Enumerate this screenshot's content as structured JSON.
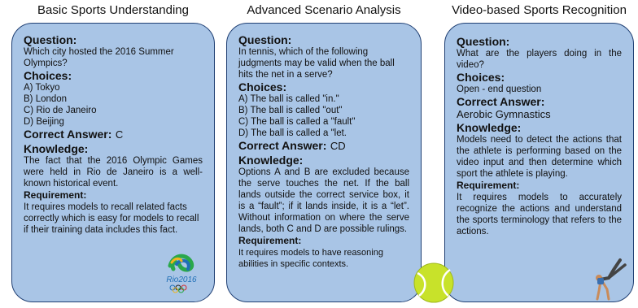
{
  "columns": [
    {
      "title": "Basic Sports Understanding",
      "question_label": "Question:",
      "question": "Which city hosted the 2016 Summer Olympics?",
      "choices_label": "Choices:",
      "choices": [
        "A) Tokyo",
        "B) London",
        "C) Rio de Janeiro",
        "D) Beijing"
      ],
      "answer_label": "Correct Answer:",
      "answer": "C",
      "knowledge_label": "Knowledge:",
      "knowledge": "The fact that the 2016 Olympic Games were held in Rio de Janeiro is a well-known historical event.",
      "requirement_label": "Requirement:",
      "requirement": "It requires models to recall related facts correctly which is easy for models to recall if their training data includes this fact.",
      "logo_text": "Rio2016"
    },
    {
      "title": "Advanced Scenario Analysis",
      "question_label": "Question:",
      "question": "In tennis, which of the following judgments may be valid when the ball hits the net in a serve?",
      "choices_label": "Choices:",
      "choices": [
        "A) The ball is called \"in.\"",
        "B) The ball is called \"out\"",
        "C) The ball is called a \"fault\"",
        "D) The ball is called a \"let."
      ],
      "answer_label": "Correct Answer:",
      "answer": "CD",
      "knowledge_label": "Knowledge:",
      "knowledge": "Options A and B are excluded because the serve touches the net. If the ball lands outside the correct service box, it is a “fault”; if it lands inside, it is a “let”. Without information on where the serve lands, both C and D are possible rulings.",
      "requirement_label": "Requirement:",
      "requirement": "It requires models to have reasoning abilities in specific contexts."
    },
    {
      "title": "Video-based Sports Recognition",
      "question_label": "Question:",
      "question": "What are the players doing in the video?",
      "choices_label": "Choices:",
      "choices_text": "Open - end question",
      "answer_label": "Correct Answer:",
      "answer": "Aerobic Gymnastics",
      "knowledge_label": "Knowledge:",
      "knowledge": "Models need to detect the actions that the athlete is performing based on the video input and then determine which sport the athlete is playing.",
      "requirement_label": "Requirement:",
      "requirement": "It requires models to accurately recognize the actions and understand the sports terminology that refers to the actions."
    }
  ],
  "colors": {
    "card_fill": "#a9c5e6",
    "card_border": "#1f3f73",
    "tennis_ball": "#c8e22a",
    "rio_green": "#2aa84a",
    "rio_blue": "#1f6fb6"
  },
  "icons": [
    "rio-2016-logo-icon",
    "tennis-ball-icon",
    "gymnast-icon"
  ]
}
